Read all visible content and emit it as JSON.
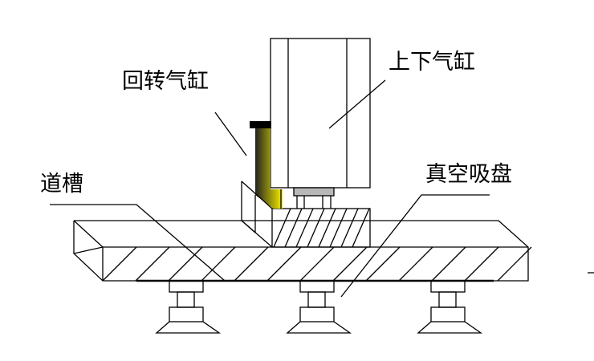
{
  "labels": {
    "rotary_cylinder": "回转气缸",
    "lift_cylinder": "上下气缸",
    "guide_groove": "道槽",
    "vacuum_cup": "真空吸盘"
  },
  "colors": {
    "cylinder_gradient_dark": "#222222",
    "cylinder_gradient_light": "#f5ee00",
    "connector_gray": "#b8b8b8"
  }
}
